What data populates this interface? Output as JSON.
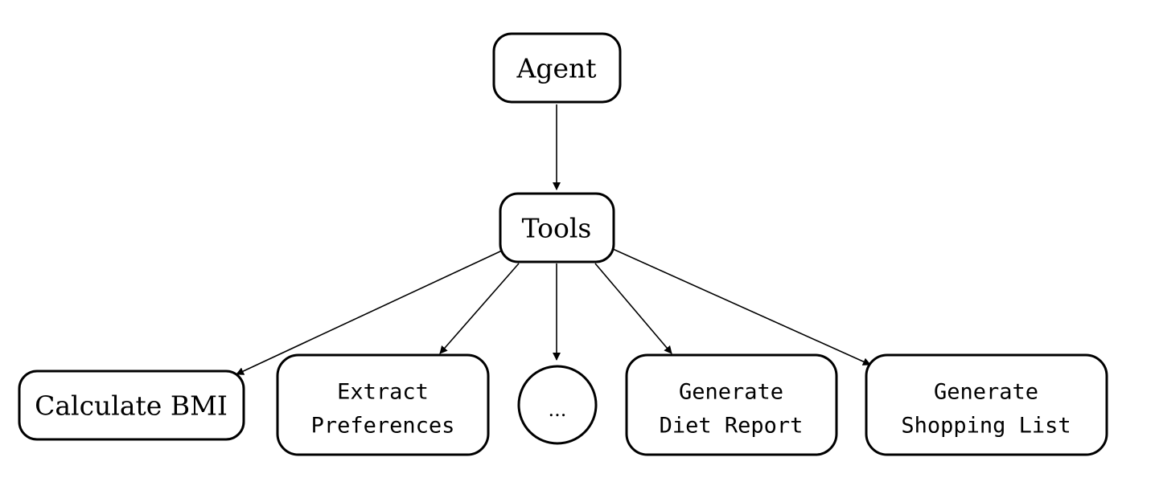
{
  "nodes": {
    "agent": {
      "label": "Agent"
    },
    "tools": {
      "label": "Tools"
    },
    "calculate_bmi": {
      "label": "Calculate BMI"
    },
    "extract_preferences": {
      "line1": "Extract",
      "line2": "Preferences"
    },
    "more": {
      "label": "..."
    },
    "generate_diet_report": {
      "line1": "Generate",
      "line2": "Diet Report"
    },
    "generate_shopping_list": {
      "line1": "Generate",
      "line2": "Shopping List"
    }
  },
  "edges": [
    {
      "from": "Agent",
      "to": "Tools"
    },
    {
      "from": "Tools",
      "to": "Calculate BMI"
    },
    {
      "from": "Tools",
      "to": "Extract Preferences"
    },
    {
      "from": "Tools",
      "to": "..."
    },
    {
      "from": "Tools",
      "to": "Generate Diet Report"
    },
    {
      "from": "Tools",
      "to": "Generate Shopping List"
    }
  ]
}
